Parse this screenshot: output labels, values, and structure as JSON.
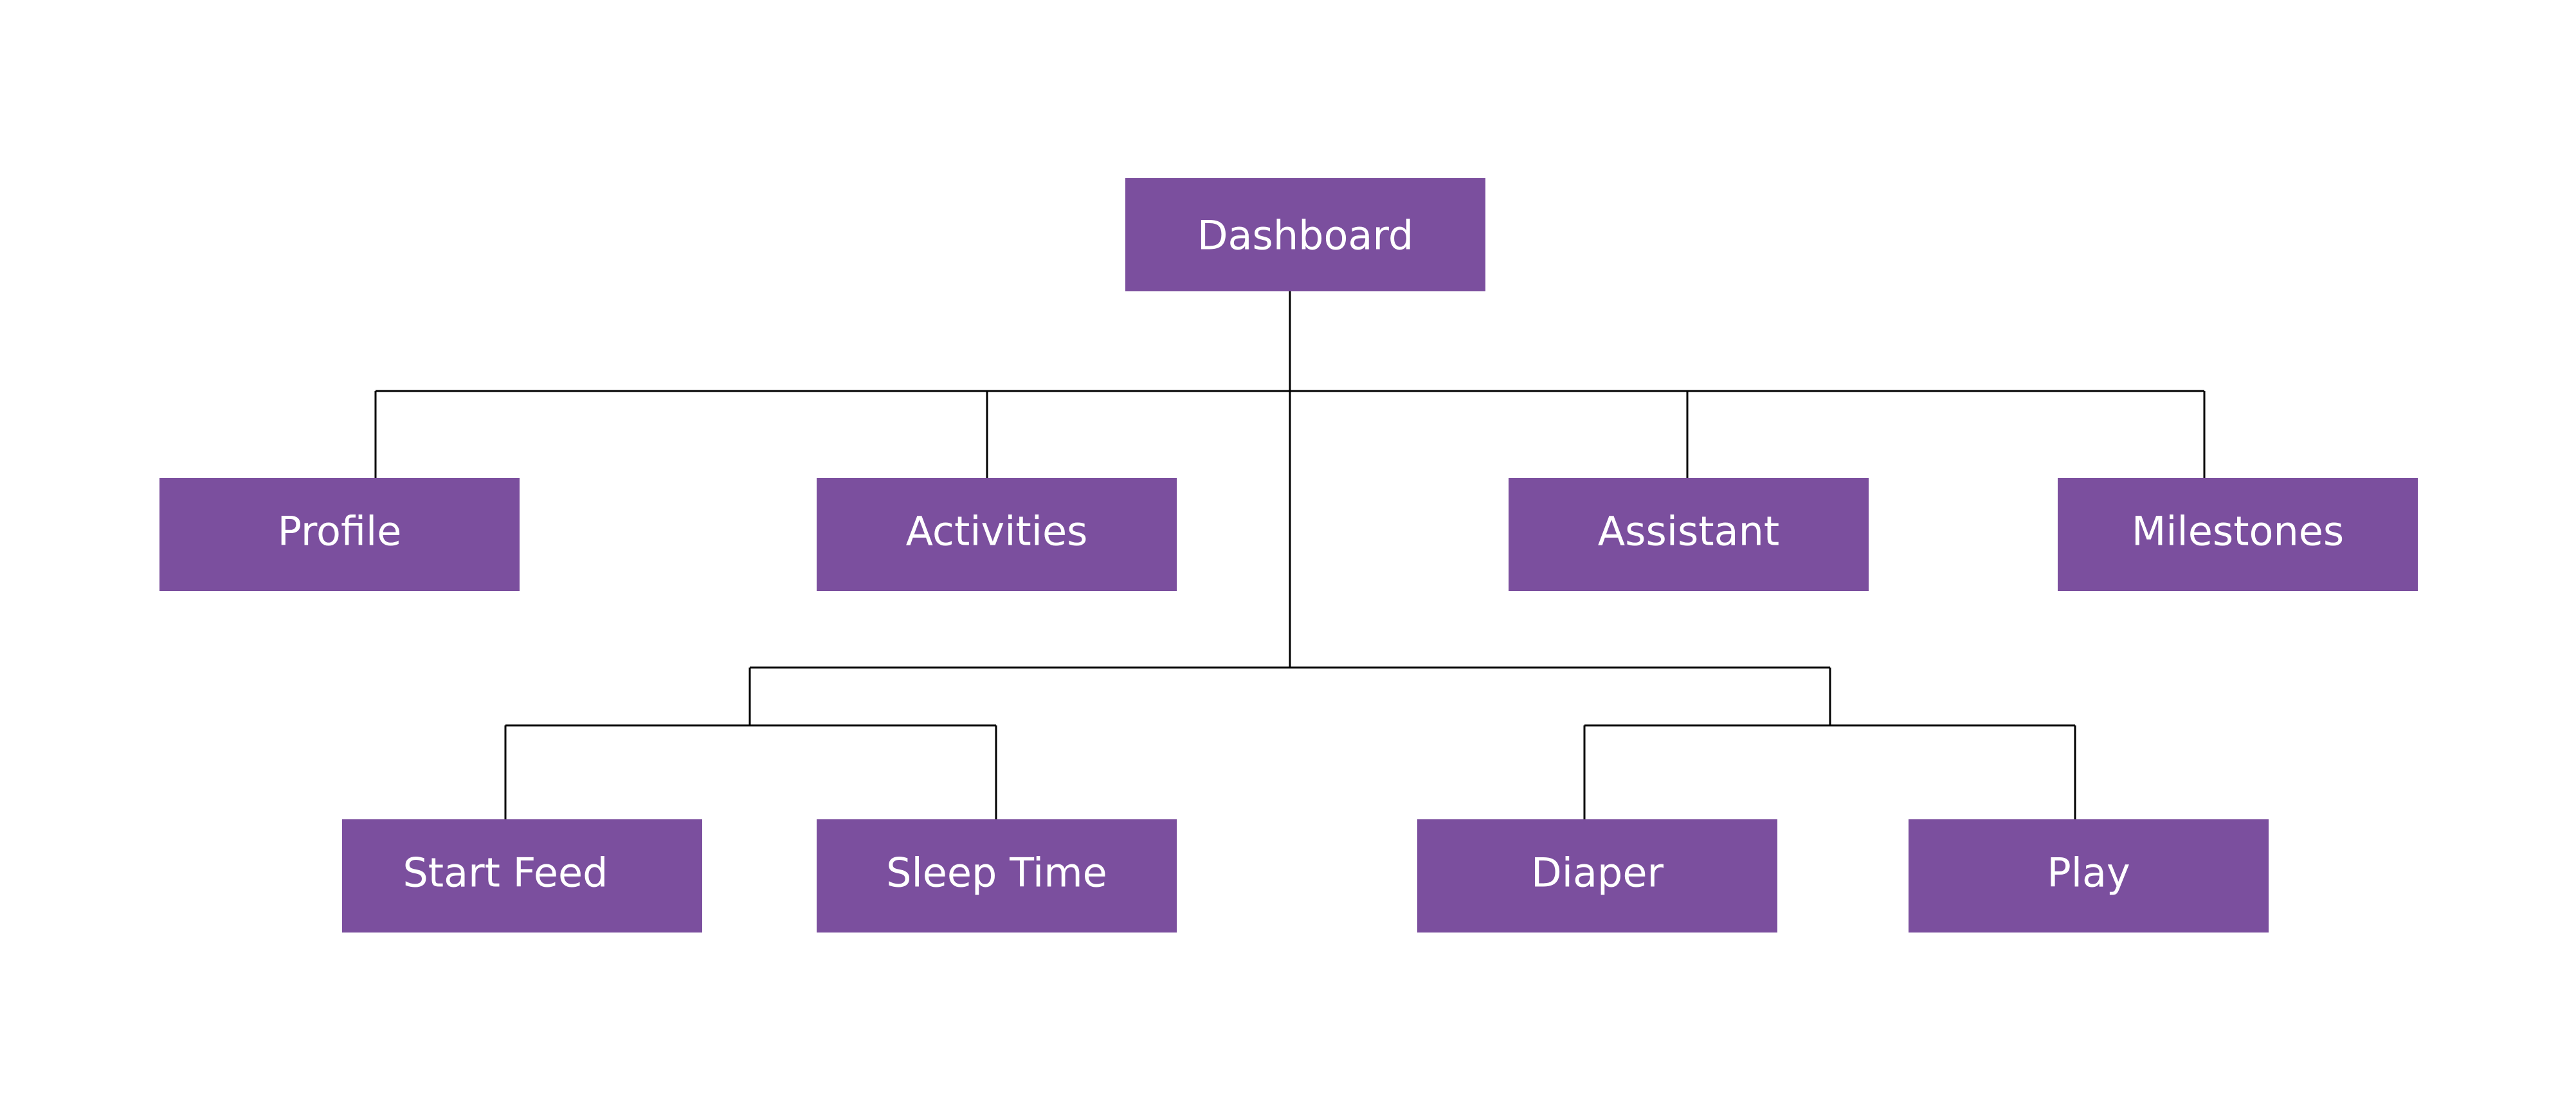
{
  "colors": {
    "node_fill": "#7b4f9e",
    "node_text": "#ffffff",
    "connector": "#000000",
    "background": "#ffffff"
  },
  "nodes": {
    "root": {
      "label": "Dashboard"
    },
    "profile": {
      "label": "Profile"
    },
    "activities": {
      "label": "Activities"
    },
    "assistant": {
      "label": "Assistant"
    },
    "milestones": {
      "label": "Milestones"
    },
    "start_feed": {
      "label": "Start Feed"
    },
    "sleep_time": {
      "label": "Sleep Time"
    },
    "diaper": {
      "label": "Diaper"
    },
    "play": {
      "label": "Play"
    }
  }
}
